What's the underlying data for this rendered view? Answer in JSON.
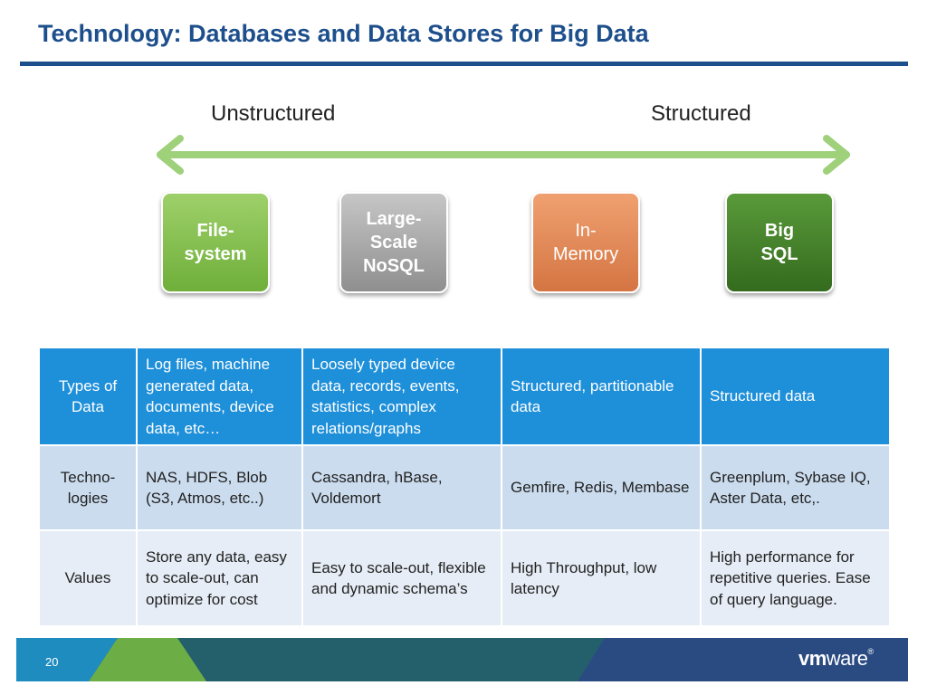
{
  "slide": {
    "title": "Technology: Databases and Data Stores for Big Data",
    "page_number": "20"
  },
  "spectrum": {
    "left_label": "Unstructured",
    "right_label": "Structured",
    "arrow_color": "#9fd07a"
  },
  "categories": [
    {
      "label": "File-\nsystem",
      "color": "#7ab648"
    },
    {
      "label": "Large-\nScale\nNoSQL",
      "color": "#a6a6a6"
    },
    {
      "label": "In-\nMemory",
      "color": "#e07f4c"
    },
    {
      "label": "Big\nSQL",
      "color": "#437f2a"
    }
  ],
  "table": {
    "rows": [
      {
        "header": "Types of Data",
        "cells": [
          "Log files, machine generated data, documents, device data, etc…",
          "Loosely typed device data, records, events, statistics, complex relations/graphs",
          "Structured, partitionable data",
          "Structured data"
        ]
      },
      {
        "header": "Techno-\nlogies",
        "cells": [
          "NAS, HDFS, Blob (S3, Atmos, etc..)",
          "Cassandra, hBase, Voldemort",
          "Gemfire, Redis, Membase",
          "Greenplum, Sybase IQ, Aster Data, etc,."
        ]
      },
      {
        "header": "Values",
        "cells": [
          "Store any data, easy to scale-out, can optimize for cost",
          "Easy to scale-out, flexible and dynamic schema’s",
          "High Throughput, low latency",
          "High performance for repetitive queries. Ease of query language."
        ]
      }
    ]
  },
  "footer": {
    "logo_bold": "vm",
    "logo_light": "ware",
    "logo_mark": "®",
    "colors": {
      "teal": "#24606b",
      "green": "#6cae45",
      "navy": "#2a4a82"
    }
  }
}
